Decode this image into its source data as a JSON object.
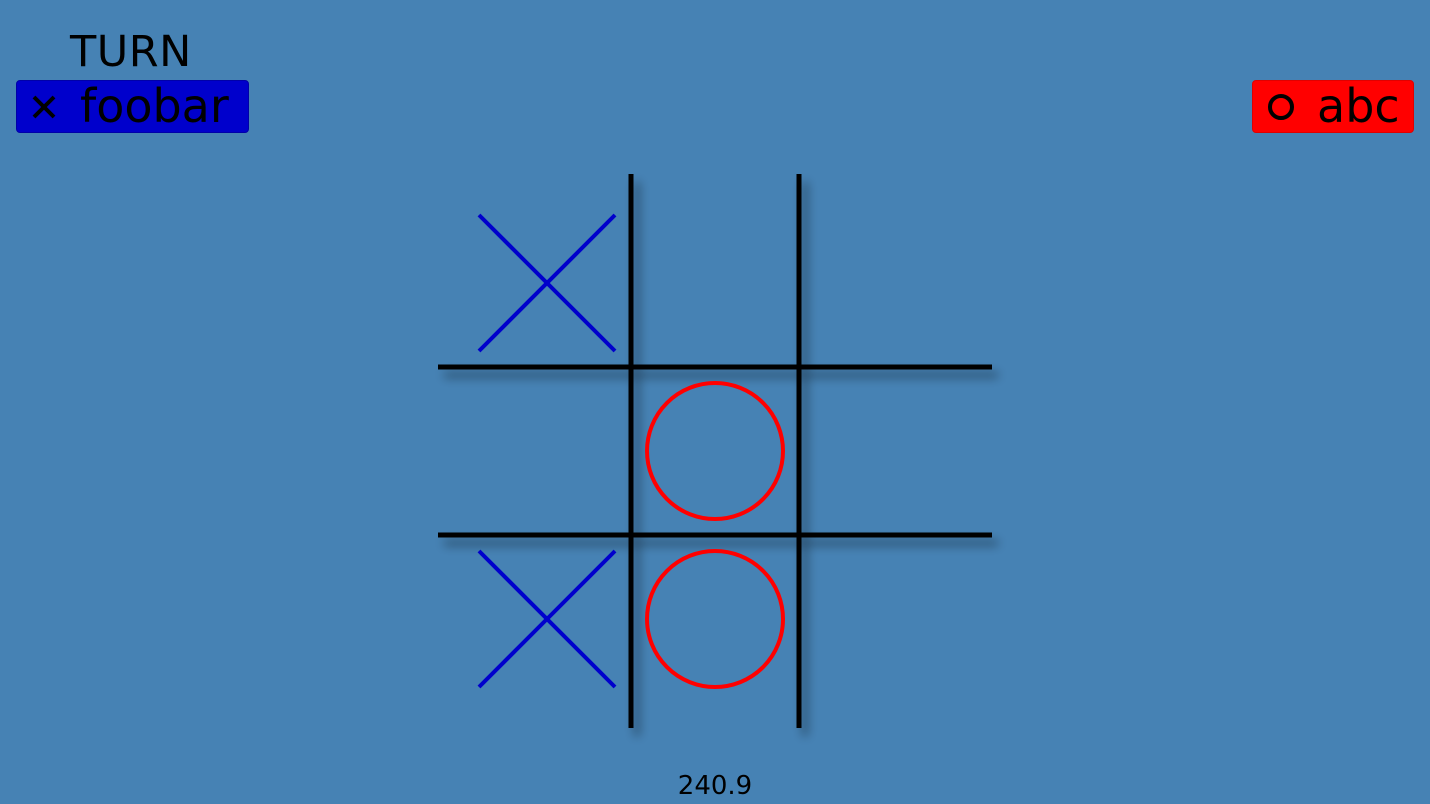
{
  "turn": {
    "label": "TURN"
  },
  "players": {
    "x": {
      "symbol_icon": "x-mark-icon",
      "name": "foobar",
      "color": "#0000cc"
    },
    "o": {
      "symbol_icon": "o-ring-icon",
      "name": "abc",
      "color": "#ff0000"
    }
  },
  "board": {
    "grid_color": "#000000",
    "background": "#4682b4",
    "cells": [
      "X",
      "",
      "",
      "",
      "O",
      "",
      "X",
      "O",
      ""
    ]
  },
  "timer": {
    "value": "240.9"
  }
}
